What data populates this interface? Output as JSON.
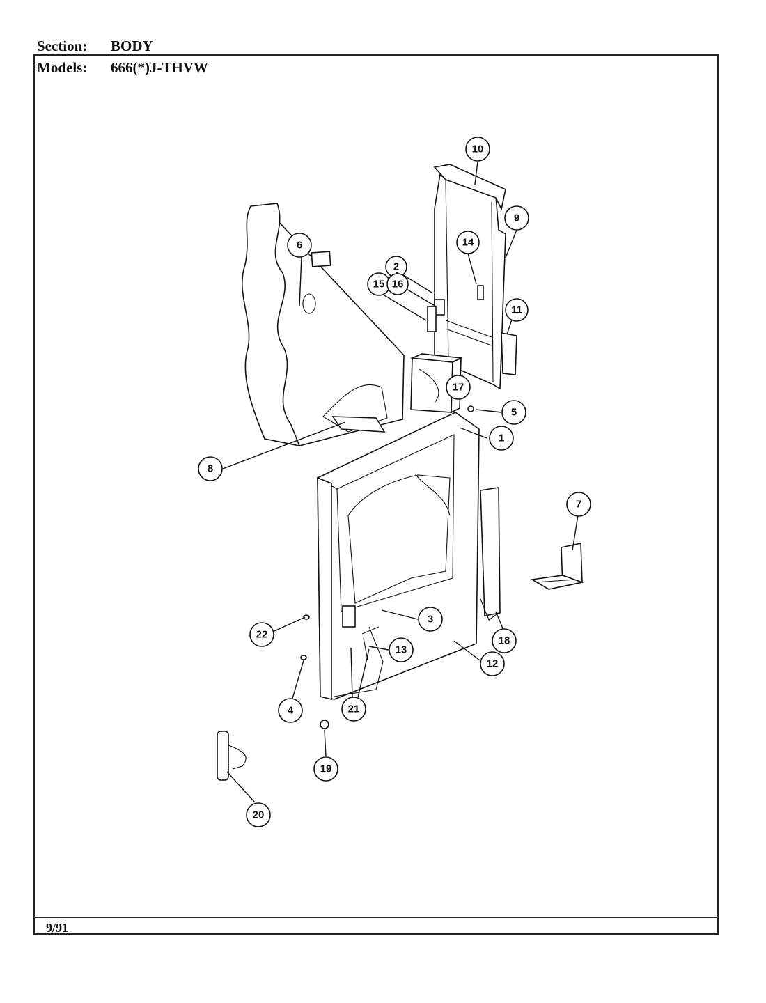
{
  "header": {
    "section_label": "Section:",
    "section_value": "BODY",
    "models_label": "Models:",
    "models_value": "666(*)J-THVW"
  },
  "footer": {
    "date": "9/91"
  },
  "callouts": [
    "1",
    "2",
    "3",
    "4",
    "5",
    "6",
    "7",
    "8",
    "9",
    "10",
    "11",
    "12",
    "13",
    "14",
    "15",
    "16",
    "17",
    "18",
    "19",
    "20",
    "21",
    "22"
  ]
}
